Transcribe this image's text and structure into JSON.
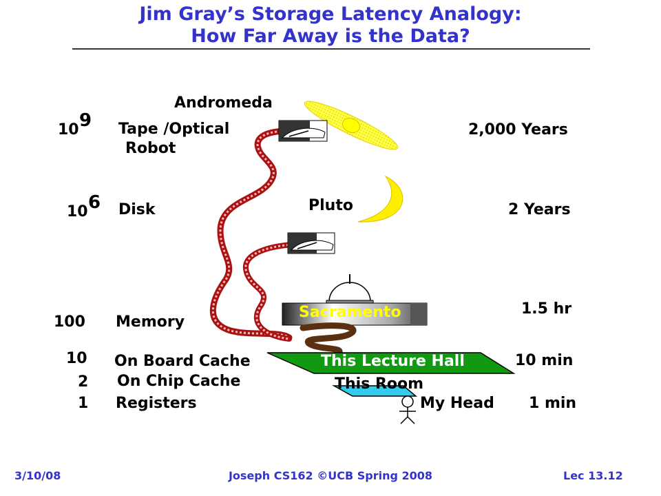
{
  "slide": {
    "title_line1": "Jim Gray’s Storage Latency Analogy:",
    "title_line2": "How Far Away is the Data?"
  },
  "levels": {
    "tape": {
      "base": "10",
      "exp": "9",
      "name_line1": "Tape /Optical",
      "name_line2": "Robot",
      "time": "2,000 Years",
      "place": "Andromeda"
    },
    "disk": {
      "base": "10",
      "exp": "6",
      "name": "Disk",
      "time": "2 Years",
      "place": "Pluto"
    },
    "memory": {
      "value": "100",
      "name": "Memory",
      "time": "1.5 hr",
      "place": "Sacramento"
    },
    "board_cache": {
      "value": "10",
      "name": "On Board  Cache",
      "time": "10 min",
      "place": "This Lecture Hall"
    },
    "chip_cache": {
      "value": "2",
      "name": "On Chip Cache",
      "place": "This Room"
    },
    "registers": {
      "value": "1",
      "name": "Registers",
      "time": "1 min",
      "place": "My Head"
    }
  },
  "footer": {
    "date": "3/10/08",
    "course": "Joseph CS162 ©UCB Spring 2008",
    "lecture": "Lec 13.12"
  },
  "colors": {
    "title": "#3333cc",
    "path": "#cc2222",
    "galaxy": "#ffff33",
    "moon": "#ffee00",
    "hall": "#119911",
    "room": "#33ccee",
    "sacramento_text": "#ffff00",
    "road": "#5a3010"
  }
}
